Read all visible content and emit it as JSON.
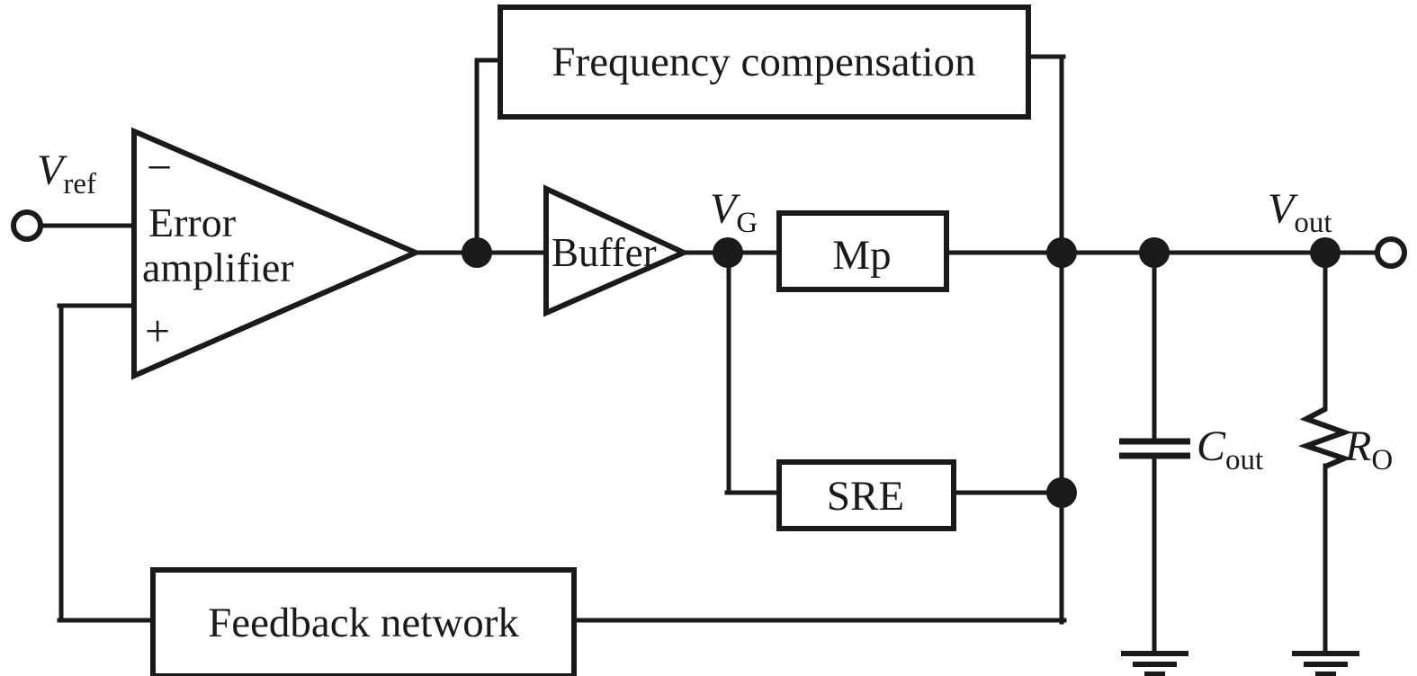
{
  "diagram": {
    "title": "LDO regulator block diagram",
    "stroke_color": "#1a1a1a",
    "background_color": "#ffffff",
    "blocks": [
      {
        "id": "freq_comp",
        "label": "Frequency compensation"
      },
      {
        "id": "error_amp_line1",
        "label": "Error"
      },
      {
        "id": "error_amp_line2",
        "label": "amplifier"
      },
      {
        "id": "buffer",
        "label": "Buffer"
      },
      {
        "id": "mp",
        "label": "Mp"
      },
      {
        "id": "sre",
        "label": "SRE"
      },
      {
        "id": "feedback",
        "label": "Feedback network"
      }
    ],
    "block_labels": {
      "freq_comp": "Frequency compensation",
      "error_amp_1": "Error",
      "error_amp_2": "amplifier",
      "buffer": "Buffer",
      "mp": "Mp",
      "sre": "SRE",
      "feedback": "Feedback network"
    },
    "signals": {
      "vref": {
        "base": "V",
        "sub": "ref"
      },
      "vg": {
        "base": "V",
        "sub": "G"
      },
      "vout": {
        "base": "V",
        "sub": "out"
      }
    },
    "components": {
      "cout": {
        "base": "C",
        "sub": "out"
      },
      "ro": {
        "base": "R",
        "sub": "O"
      }
    },
    "amp_inputs": {
      "minus": "−",
      "plus": "+"
    },
    "terminals": [
      {
        "id": "vref-terminal",
        "type": "open-circle"
      },
      {
        "id": "vout-terminal",
        "type": "open-circle"
      }
    ],
    "grounds": [
      {
        "id": "cout-ground"
      },
      {
        "id": "ro-ground"
      }
    ]
  }
}
